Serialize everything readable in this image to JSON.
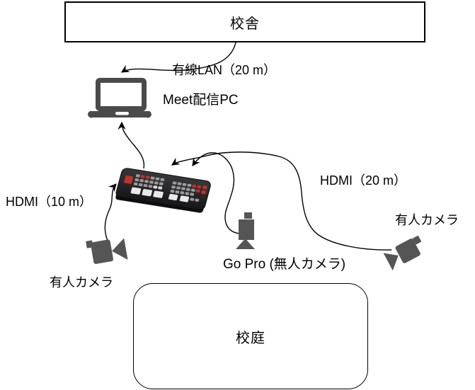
{
  "nodes": {
    "building": {
      "label": "校舎"
    },
    "pc": {
      "label": "Meet配信PC"
    },
    "gopro": {
      "label": "Go Pro (無人カメラ)"
    },
    "camera_left": {
      "label": "有人カメラ"
    },
    "camera_right": {
      "label": "有人カメラ"
    },
    "field": {
      "label": "校庭"
    }
  },
  "links": {
    "lan": {
      "label": "有線LAN（20 m）"
    },
    "hdmi_left": {
      "label": "HDMI（10 m）"
    },
    "hdmi_right": {
      "label": "HDMI（20 m）"
    }
  },
  "icons": [
    "laptop-icon",
    "video-switcher-image",
    "gopro-camera-icon",
    "video-camera-left-icon",
    "video-camera-right-icon",
    "arrow-connectors"
  ],
  "colors": {
    "background": "#ffffff",
    "line": "#000000",
    "border": "#000000",
    "icon_gray": "#4f4f4f",
    "device_body": "#222224",
    "device_shadow": "#0e0e0e",
    "button_red": "#c13127",
    "button_gray": "#9a9a9a",
    "button_white": "#e9e9e9"
  }
}
